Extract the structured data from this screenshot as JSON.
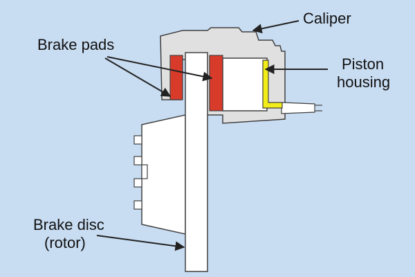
{
  "colors": {
    "background": "#c8dcf2",
    "caliper": "#e0e0e0",
    "outline": "#404040",
    "pad": "#d93b2a",
    "disc": "#ffffff",
    "piston_housing": "#ffffff",
    "fluid_line": "#f2ec18"
  },
  "labels": {
    "caliper": "Caliper",
    "brake_pads": "Brake pads",
    "piston_line1": "Piston",
    "piston_line2": "housing",
    "disc_line1": "Brake disc",
    "disc_line2": "(rotor)"
  }
}
